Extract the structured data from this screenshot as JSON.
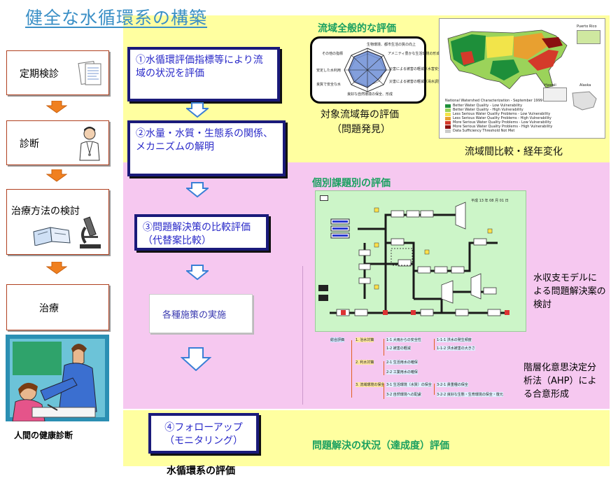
{
  "title": "健全な水循環系の構築",
  "left": {
    "steps": [
      "定期検診",
      "診断",
      "治療方法の検討",
      "治療"
    ],
    "caption": "人間の健康診断"
  },
  "center": {
    "steps": [
      "①水循環評価指標等により流域の状況を評価",
      "②水量・水質・生態系の関係、メカニズムの解明",
      "③問題解決策の比較評価（代替案比較）",
      "各種施策の実施",
      "④フォローアップ（モニタリング）"
    ],
    "caption": "水循環系の評価"
  },
  "top_right": {
    "heading": "流域全般的な評価",
    "radar_labels": [
      "生物環境、都市生活の質の向上",
      "アメニティ豊かな生活環境の形成",
      "災害による被害の軽減（水害安全度指標）",
      "災害による被害の軽減（渇水調整指標）",
      "良好な自然環境の保全、形成",
      "良質で安全な水",
      "安定した水利用",
      "その他の指標"
    ],
    "caption_line1": "対象流域毎の評価",
    "caption_line2": "（問題発見）",
    "map_caption": "流域間比較・経年変化",
    "map_small_labels": [
      "Puerto Rico",
      "Hawaii",
      "Alaska",
      "National Watershed Characterization - September 1999"
    ],
    "map_legend": [
      {
        "label": "Better Water Quality - Low Vulnerability",
        "color": "#1e8f3a"
      },
      {
        "label": "Better Water Quality - High Vulnerability",
        "color": "#9bd35a"
      },
      {
        "label": "Less Serious Water Quality Problems - Low Vulnerability",
        "color": "#f2e44a"
      },
      {
        "label": "Less Serious Water Quality Problems - High Vulnerability",
        "color": "#e8a030"
      },
      {
        "label": "More Serious Water Quality Problems - Low Vulnerability",
        "color": "#d43a2a"
      },
      {
        "label": "More Serious Water Quality Problems - High Vulnerability",
        "color": "#8a1010"
      },
      {
        "label": "Data Sufficiency Threshold Not Met",
        "color": "#cccccc"
      }
    ]
  },
  "middle_right": {
    "heading": "個別課題別の評価",
    "model_caption": "水収支モデルによる問題解決案の検討",
    "ahp_caption": "階層化意思決定分析法（AHP）による合意形成",
    "model_header": "平成 13 年 08 月 01 日",
    "ahp_root": "総合評価",
    "ahp_nodes": [
      "1. 治水対策",
      "2. 利水対策",
      "3. 流域環境の保全"
    ],
    "ahp_leaves": [
      "1-1 大雨からの安全性",
      "1-2 被害の軽減",
      "2-1 生活用水の確保",
      "2-2 工業用水の確保",
      "3-1 生活環境（水質）の保全",
      "3-2 自然環境への配慮"
    ],
    "ahp_sub": [
      "1-1-1 洪水の発生頻度",
      "1-1-2 洪水被害の大きさ",
      "3-2-1 貴重種の保全",
      "3-2-2 良好な生態・生育環境の保全・復元"
    ]
  },
  "bottom_right": {
    "caption": "問題解決の状況（達成度）評価"
  },
  "colors": {
    "yellow": "#ffffa0",
    "pink": "#f6c8f0",
    "heading_green": "#1aa060",
    "box_border": "#1a1a7a",
    "box_text": "#2828c8",
    "arrow_orange": "#f08020",
    "arrow_blue": "#3a7fd6"
  }
}
